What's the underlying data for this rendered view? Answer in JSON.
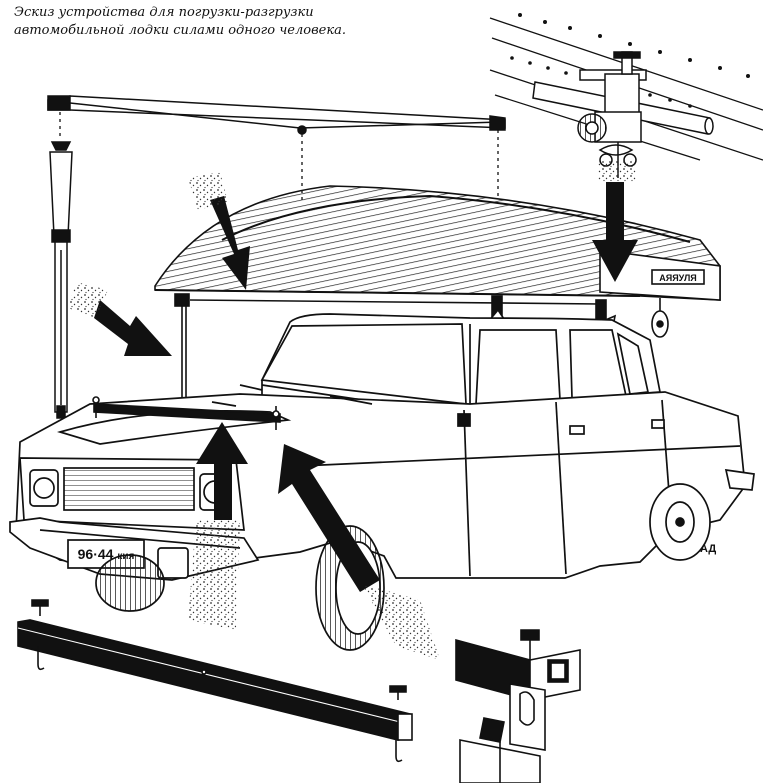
{
  "caption": {
    "line1": "Эскиз устройства для погрузки-разгрузки",
    "line2": "автомобильной лодки силами одного человека."
  },
  "plate": {
    "number": "96·44",
    "suffix": "кия"
  },
  "signature": "АД",
  "colors": {
    "ink": "#111111",
    "paper": "#ffffff",
    "shade": "#555555"
  }
}
